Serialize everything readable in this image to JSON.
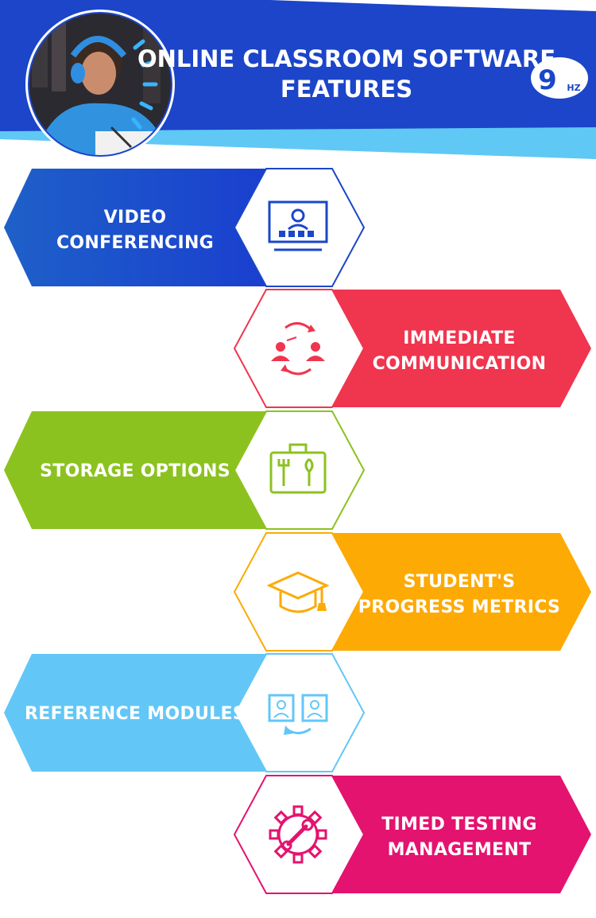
{
  "header": {
    "title_line1": "ONLINE CLASSROOM SOFTWARE",
    "title_line2": "FEATURES",
    "logo_number": "9",
    "logo_suffix": "HZ",
    "photo_icon": "student-with-headphones-photo"
  },
  "features": [
    {
      "line1": "VIDEO",
      "line2": "CONFERENCING",
      "color": "#1a47c8",
      "gradient_end": "#2a78d8",
      "icon": "video-conference-icon"
    },
    {
      "line1": "IMMEDIATE",
      "line2": "COMMUNICATION",
      "color": "#f0354f",
      "icon": "communication-exchange-icon"
    },
    {
      "line1": "STORAGE OPTIONS",
      "line2": "",
      "color": "#8cc21f",
      "icon": "toolbox-icon"
    },
    {
      "line1": "STUDENT'S",
      "line2": "PROGRESS METRICS",
      "color": "#fdaa05",
      "icon": "graduation-cap-icon"
    },
    {
      "line1": "REFERENCE MODULES",
      "line2": "",
      "color": "#62c7f7",
      "icon": "profile-transfer-icon"
    },
    {
      "line1": "TIMED TESTING",
      "line2": "MANAGEMENT",
      "color": "#e4136f",
      "icon": "gear-wrench-icon"
    }
  ],
  "colors": {
    "header_blue": "#1c45c9",
    "header_light_blue": "#5fc8f5",
    "white": "#ffffff"
  }
}
